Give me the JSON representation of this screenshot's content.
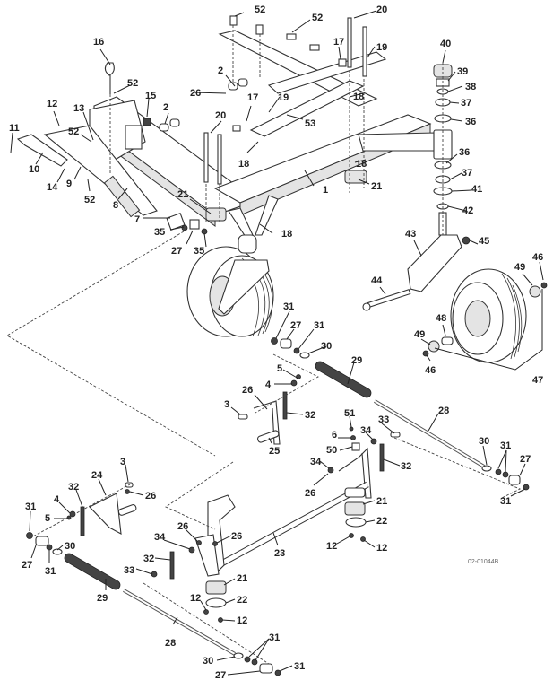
{
  "diagram": {
    "title": "Front frame, caster wheel and lift linkage exploded parts diagram",
    "figure_code": "02-01044B",
    "callouts": [
      {
        "id": "c52a",
        "text": "52"
      },
      {
        "id": "c52b",
        "text": "52"
      },
      {
        "id": "c20a",
        "text": "20"
      },
      {
        "id": "c19a",
        "text": "19"
      },
      {
        "id": "c17a",
        "text": "17"
      },
      {
        "id": "c16",
        "text": "16"
      },
      {
        "id": "c52c",
        "text": "52"
      },
      {
        "id": "c15",
        "text": "15"
      },
      {
        "id": "c2a",
        "text": "2"
      },
      {
        "id": "c26a",
        "text": "26"
      },
      {
        "id": "c2b",
        "text": "2"
      },
      {
        "id": "c12a",
        "text": "12"
      },
      {
        "id": "c13",
        "text": "13"
      },
      {
        "id": "c52d",
        "text": "52"
      },
      {
        "id": "c11",
        "text": "11"
      },
      {
        "id": "c10",
        "text": "10"
      },
      {
        "id": "c14",
        "text": "14"
      },
      {
        "id": "c9",
        "text": "9"
      },
      {
        "id": "c52e",
        "text": "52"
      },
      {
        "id": "c8",
        "text": "8"
      },
      {
        "id": "c7",
        "text": "7"
      },
      {
        "id": "c35a",
        "text": "35"
      },
      {
        "id": "c27a",
        "text": "27"
      },
      {
        "id": "c35b",
        "text": "35"
      },
      {
        "id": "c21a",
        "text": "21"
      },
      {
        "id": "c17b",
        "text": "17"
      },
      {
        "id": "c19b",
        "text": "19"
      },
      {
        "id": "c20b",
        "text": "20"
      },
      {
        "id": "c18a",
        "text": "18"
      },
      {
        "id": "c53",
        "text": "53"
      },
      {
        "id": "c18b",
        "text": "18"
      },
      {
        "id": "c1",
        "text": "1"
      },
      {
        "id": "c18c",
        "text": "18"
      },
      {
        "id": "c21b",
        "text": "21"
      },
      {
        "id": "c18d",
        "text": "18"
      },
      {
        "id": "c40",
        "text": "40"
      },
      {
        "id": "c39",
        "text": "39"
      },
      {
        "id": "c38",
        "text": "38"
      },
      {
        "id": "c37a",
        "text": "37"
      },
      {
        "id": "c36a",
        "text": "36"
      },
      {
        "id": "c36b",
        "text": "36"
      },
      {
        "id": "c37b",
        "text": "37"
      },
      {
        "id": "c41",
        "text": "41"
      },
      {
        "id": "c42",
        "text": "42"
      },
      {
        "id": "c43",
        "text": "43"
      },
      {
        "id": "c45",
        "text": "45"
      },
      {
        "id": "c46a",
        "text": "46"
      },
      {
        "id": "c49a",
        "text": "49"
      },
      {
        "id": "c44",
        "text": "44"
      },
      {
        "id": "c48",
        "text": "48"
      },
      {
        "id": "c49b",
        "text": "49"
      },
      {
        "id": "c46b",
        "text": "46"
      },
      {
        "id": "c47",
        "text": "47"
      },
      {
        "id": "c31a",
        "text": "31"
      },
      {
        "id": "c27b",
        "text": "27"
      },
      {
        "id": "c31b",
        "text": "31"
      },
      {
        "id": "c30a",
        "text": "30"
      },
      {
        "id": "c29a",
        "text": "29"
      },
      {
        "id": "c5a",
        "text": "5"
      },
      {
        "id": "c4a",
        "text": "4"
      },
      {
        "id": "c26b",
        "text": "26"
      },
      {
        "id": "c3a",
        "text": "3"
      },
      {
        "id": "c32a",
        "text": "32"
      },
      {
        "id": "c25",
        "text": "25"
      },
      {
        "id": "c28a",
        "text": "28"
      },
      {
        "id": "c51",
        "text": "51"
      },
      {
        "id": "c6",
        "text": "6"
      },
      {
        "id": "c33a",
        "text": "33"
      },
      {
        "id": "c34a",
        "text": "34"
      },
      {
        "id": "c50",
        "text": "50"
      },
      {
        "id": "c32b",
        "text": "32"
      },
      {
        "id": "c34b",
        "text": "34"
      },
      {
        "id": "c26c",
        "text": "26"
      },
      {
        "id": "c30b",
        "text": "30"
      },
      {
        "id": "c31c",
        "text": "31"
      },
      {
        "id": "c27c",
        "text": "27"
      },
      {
        "id": "c31d",
        "text": "31"
      },
      {
        "id": "c21c",
        "text": "21"
      },
      {
        "id": "c22a",
        "text": "22"
      },
      {
        "id": "c12b",
        "text": "12"
      },
      {
        "id": "c12c",
        "text": "12"
      },
      {
        "id": "c23",
        "text": "23"
      },
      {
        "id": "c3b",
        "text": "3"
      },
      {
        "id": "c24",
        "text": "24"
      },
      {
        "id": "c32c",
        "text": "32"
      },
      {
        "id": "c26d",
        "text": "26"
      },
      {
        "id": "c4b",
        "text": "4"
      },
      {
        "id": "c31e",
        "text": "31"
      },
      {
        "id": "c5b",
        "text": "5"
      },
      {
        "id": "c27d",
        "text": "27"
      },
      {
        "id": "c31f",
        "text": "31"
      },
      {
        "id": "c30c",
        "text": "30"
      },
      {
        "id": "c26e",
        "text": "26"
      },
      {
        "id": "c26f",
        "text": "26"
      },
      {
        "id": "c34c",
        "text": "34"
      },
      {
        "id": "c32d",
        "text": "32"
      },
      {
        "id": "c33b",
        "text": "33"
      },
      {
        "id": "c29b",
        "text": "29"
      },
      {
        "id": "c21d",
        "text": "21"
      },
      {
        "id": "c22b",
        "text": "22"
      },
      {
        "id": "c12d",
        "text": "12"
      },
      {
        "id": "c12e",
        "text": "12"
      },
      {
        "id": "c28b",
        "text": "28"
      },
      {
        "id": "c31g",
        "text": "31"
      },
      {
        "id": "c30d",
        "text": "30"
      },
      {
        "id": "c27e",
        "text": "27"
      },
      {
        "id": "c31h",
        "text": "31"
      }
    ]
  }
}
